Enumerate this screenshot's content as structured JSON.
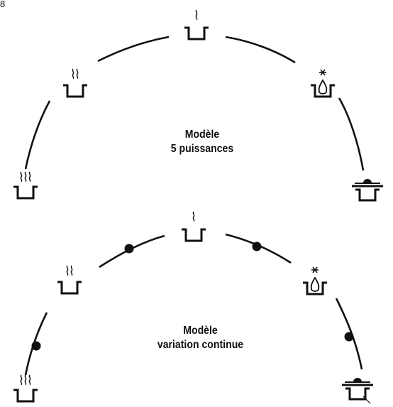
{
  "figure_number": "8",
  "diagrams": [
    {
      "caption_line1": "Modèle",
      "caption_line2": "5 puissances",
      "settings": [
        {
          "name": "three-waves-pot",
          "symbol": "three-heat-waves"
        },
        {
          "name": "two-waves-pot",
          "symbol": "two-heat-waves"
        },
        {
          "name": "one-wave-pot",
          "symbol": "one-heat-wave"
        },
        {
          "name": "snowflake-drop-pot",
          "symbol": "snowflake-and-drop"
        },
        {
          "name": "lidded-pot",
          "symbol": "covered-pot"
        }
      ],
      "intermediate_dots": 0
    },
    {
      "caption_line1": "Modèle",
      "caption_line2": "variation continue",
      "settings": [
        {
          "name": "three-waves-pot",
          "symbol": "three-heat-waves"
        },
        {
          "name": "two-waves-pot",
          "symbol": "two-heat-waves"
        },
        {
          "name": "one-wave-pot",
          "symbol": "one-heat-wave"
        },
        {
          "name": "snowflake-drop-pot",
          "symbol": "snowflake-and-drop"
        },
        {
          "name": "lidded-pot",
          "symbol": "covered-pot"
        }
      ],
      "intermediate_dots": 4
    }
  ],
  "colors": {
    "ink": "#111111",
    "background": "#ffffff"
  }
}
